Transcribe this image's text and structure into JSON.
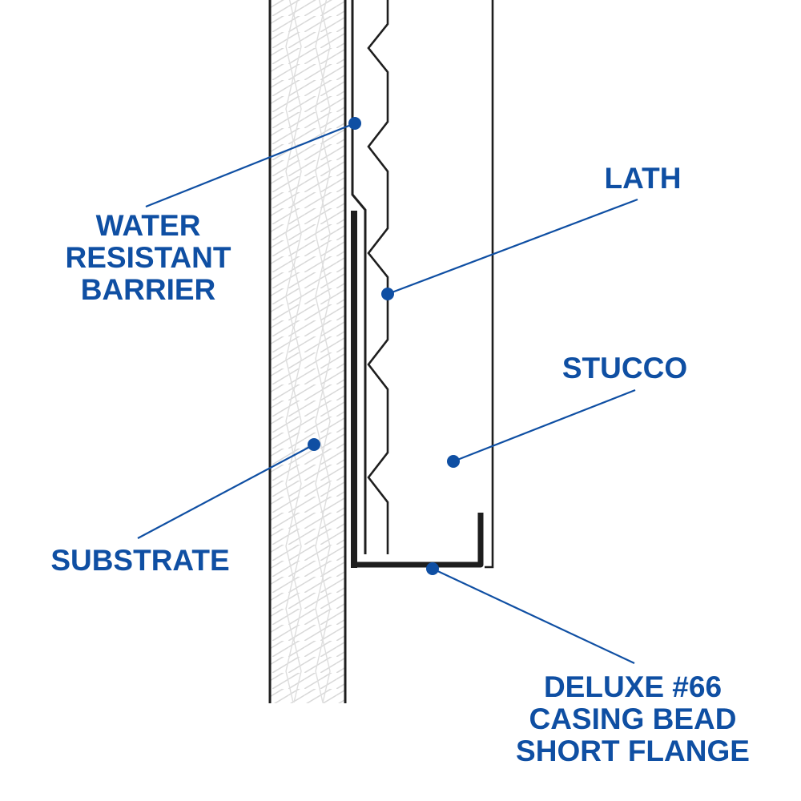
{
  "diagram": {
    "title": "Deluxe #66 Casing Bead Short Flange wall section",
    "colors": {
      "label": "#0f4fa3",
      "leader": "#0f4fa3",
      "outline": "#1e1e1e",
      "hatch": "#d6d6d6",
      "background": "#ffffff"
    },
    "labels": {
      "water_resistant_barrier": [
        "WATER",
        "RESISTANT",
        "BARRIER"
      ],
      "lath": [
        "LATH"
      ],
      "stucco": [
        "STUCCO"
      ],
      "substrate": [
        "SUBSTRATE"
      ],
      "casing_bead": [
        "DELUXE #66",
        "CASING BEAD",
        "SHORT FLANGE"
      ]
    },
    "components": [
      {
        "id": "substrate",
        "name": "Substrate"
      },
      {
        "id": "water_resistant_barrier",
        "name": "Water Resistant Barrier"
      },
      {
        "id": "lath",
        "name": "Lath"
      },
      {
        "id": "stucco",
        "name": "Stucco"
      },
      {
        "id": "casing_bead",
        "name": "Deluxe #66 Casing Bead Short Flange"
      }
    ]
  }
}
